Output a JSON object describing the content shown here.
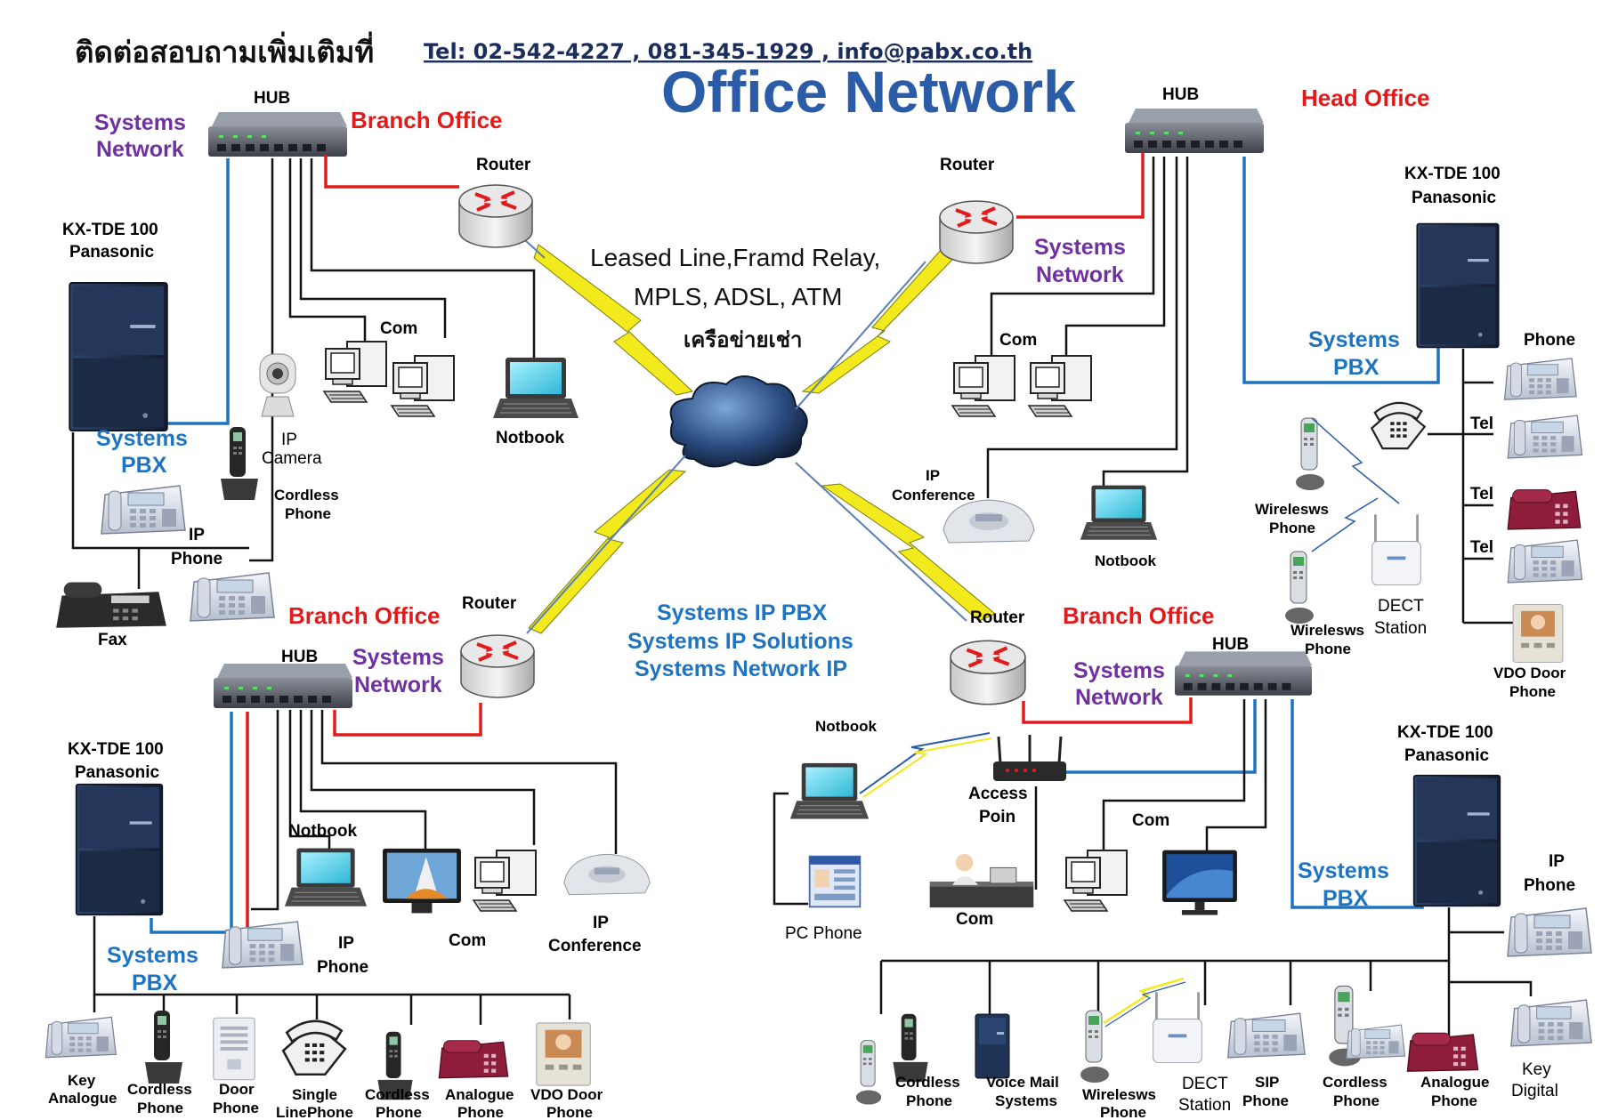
{
  "header": {
    "contact_thai": "ติดต่อสอบถามเพิ่มเติมที่",
    "contact_info": "Tel: 02-542-4227 , 081-345-1929 , info@pabx.co.th",
    "title": "Office Network"
  },
  "center": {
    "link_line1": "Leased Line,Framd Relay,",
    "link_line2": "MPLS, ADSL, ATM",
    "link_thai": "เครือข่ายเช่า",
    "systems_1": "Systems IP PBX",
    "systems_2": "Systems IP Solutions",
    "systems_3": "Systems Network IP"
  },
  "labels": {
    "hub": "HUB",
    "router": "Router",
    "branch_office": "Branch Office",
    "head_office": "Head Office",
    "systems": "Systems",
    "network": "Network",
    "pbx": "PBX",
    "kx_tde": "KX-TDE 100",
    "panasonic": "Panasonic",
    "com": "Com",
    "notbook": "Notbook",
    "ip": "IP",
    "phone": "Phone",
    "camera": "Camera",
    "cordless": "Cordless",
    "fax": "Fax",
    "conference": "Conference",
    "tel": "Tel",
    "wirelesws": "Wirelesws",
    "dect": "DECT",
    "station": "Station",
    "vdo_door": "VDO Door",
    "key": "Key",
    "analogue": "Analogue",
    "digital": "Digital",
    "door": "Door",
    "single": "Single",
    "line_phone": "LinePhone",
    "access": "Access",
    "poin": "Poin",
    "pc_phone": "PC Phone",
    "voice_mail": "Voice Mail",
    "systems_word": "Systems",
    "sip": "SIP"
  },
  "colors": {
    "title": "#2a5ca8",
    "network_purple": "#7030a0",
    "pbx_blue": "#1f74c2",
    "office_red": "#e11b1b",
    "lightning": "#f2ea1c",
    "pbx_cabinet": "#1f2f48"
  },
  "icons": [
    "hub-icon",
    "router-icon",
    "cloud-icon",
    "lightning-icon",
    "pbx-cabinet-icon",
    "computer-icon",
    "laptop-icon",
    "desk-phone-icon",
    "cordless-phone-icon",
    "fax-icon",
    "ip-camera-icon",
    "conference-phone-icon",
    "dect-station-icon",
    "access-point-icon"
  ]
}
